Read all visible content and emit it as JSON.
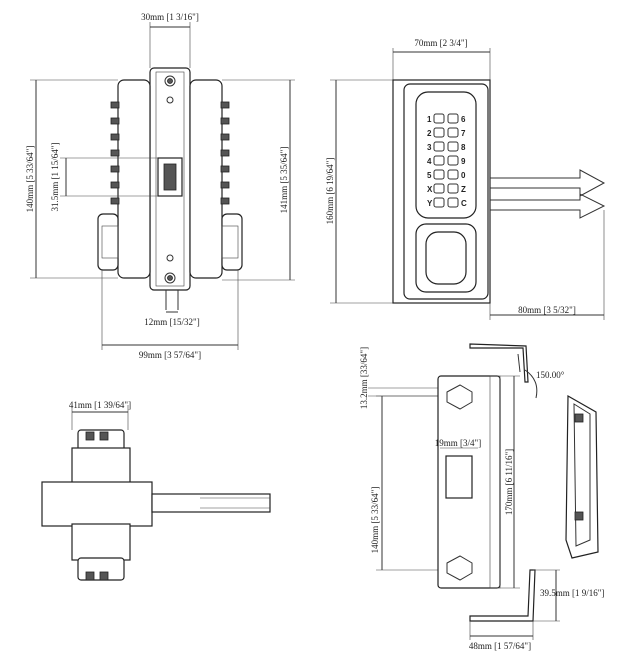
{
  "dimensions": {
    "side_width": "30mm [1 3/16\"]",
    "side_height_left": "140mm [5 33/64\"]",
    "side_inner": "31.5mm [1 15/64\"]",
    "side_height_right": "141mm [5 35/64\"]",
    "side_bolt": "12mm [15/32\"]",
    "side_depth": "99mm [3 57/64\"]",
    "front_width": "70mm [2 3/4\"]",
    "front_height": "160mm [6 19/64\"]",
    "front_bolt_throw": "80mm [3 5/32\"]",
    "top_width": "41mm [1 39/64\"]",
    "strike_offset": "13.2mm [33/64\"]",
    "strike_window": "19mm [3/4\"]",
    "strike_hole_spacing": "140mm [5 33/64\"]",
    "strike_height": "170mm [6 11/16\"]",
    "strike_angle": "150.00°",
    "strike_flange": "39.5mm [1 9/16\"]",
    "strike_base": "48mm [1 57/64\"]"
  },
  "keypad": {
    "left": [
      "1",
      "2",
      "3",
      "4",
      "5",
      "X",
      "Y"
    ],
    "right": [
      "6",
      "7",
      "8",
      "9",
      "0",
      "Z",
      "C"
    ]
  }
}
